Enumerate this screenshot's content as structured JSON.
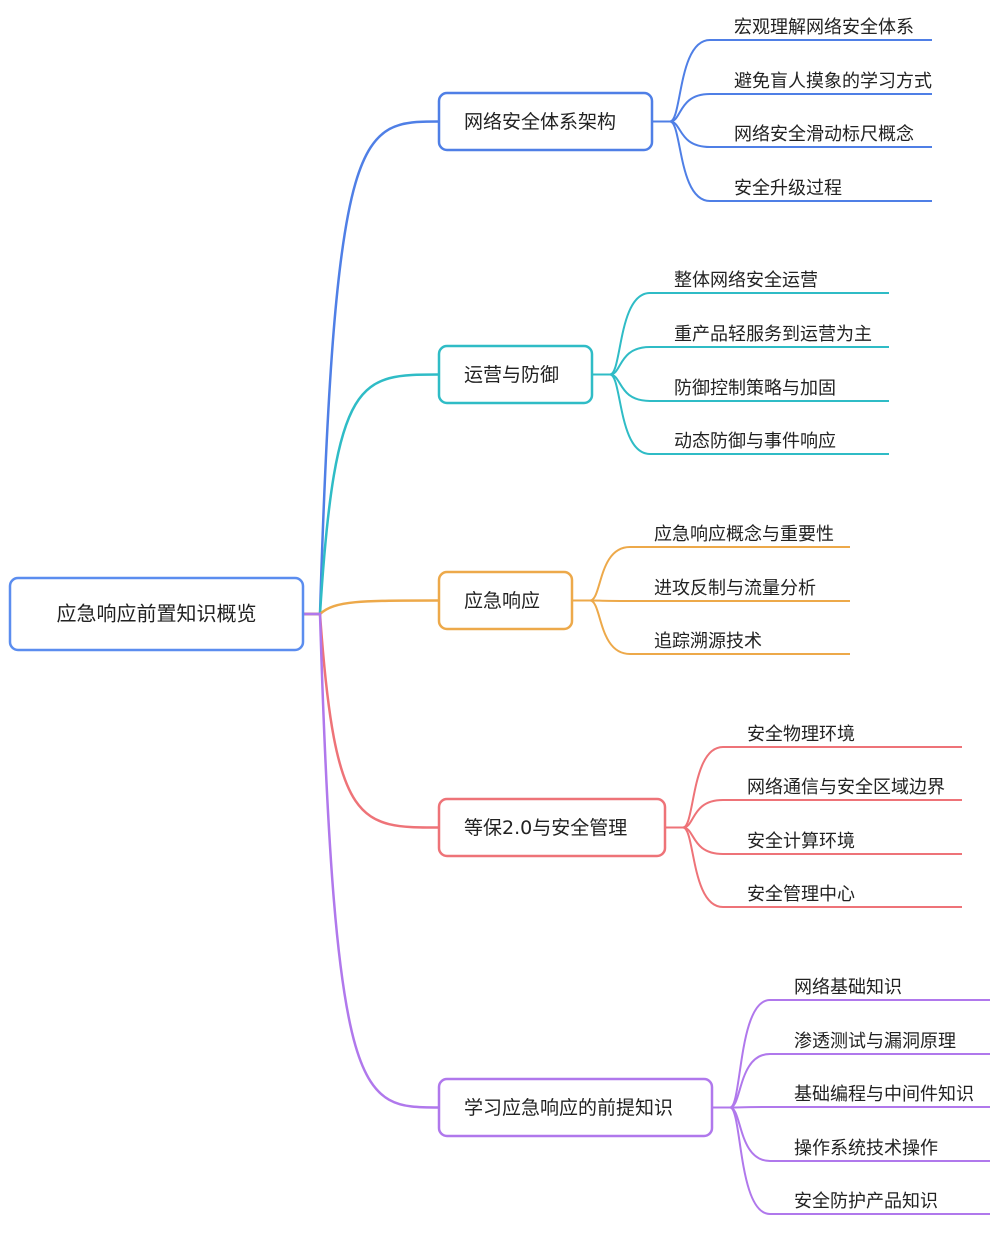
{
  "root": {
    "label": "应急响应前置知识概览",
    "color": "#5b8def"
  },
  "branches": [
    {
      "label": "网络安全体系架构",
      "color": "#4f7fe6",
      "children": [
        "宏观理解网络安全体系",
        "避免盲人摸象的学习方式",
        "网络安全滑动标尺概念",
        "安全升级过程"
      ]
    },
    {
      "label": "运营与防御",
      "color": "#2fbcc6",
      "children": [
        "整体网络安全运营",
        "重产品轻服务到运营为主",
        "防御控制策略与加固",
        "动态防御与事件响应"
      ]
    },
    {
      "label": "应急响应",
      "color": "#eda94a",
      "children": [
        "应急响应概念与重要性",
        "进攻反制与流量分析",
        "追踪溯源技术"
      ]
    },
    {
      "label": "等保2.0与安全管理",
      "color": "#ee7378",
      "children": [
        "安全物理环境",
        "网络通信与安全区域边界",
        "安全计算环境",
        "安全管理中心"
      ]
    },
    {
      "label": "学习应急响应的前提知识",
      "color": "#b078ec",
      "children": [
        "网络基础知识",
        "渗透测试与漏洞原理",
        "基础编程与中间件知识",
        "操作系统技术操作",
        "安全防护产品知识"
      ]
    }
  ]
}
